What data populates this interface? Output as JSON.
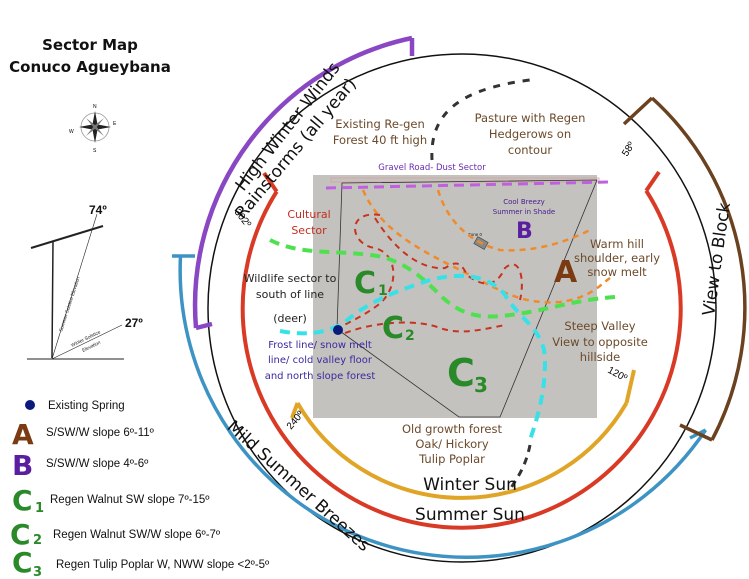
{
  "title": {
    "line1": "Sector Map",
    "line2": "Conuco Agueybana"
  },
  "compass": {
    "n": "N",
    "e": "E",
    "s": "S",
    "w": "W"
  },
  "elevation": {
    "summer_angle": "74º",
    "winter_angle": "27º",
    "summer_label": "Summer Solstice Elevation",
    "winter_label_1": "Winter Solstice",
    "winter_label_2": "Elevation"
  },
  "legend": [
    {
      "symbol": "●",
      "text": "Existing Spring",
      "color": "#0a1a7a"
    },
    {
      "symbol": "A",
      "text": "S/SW/W slope 6º-11º",
      "color": "#7a3a12"
    },
    {
      "symbol": "B",
      "text": "S/SW/W slope 4º-6º",
      "color": "#5a1fa0"
    },
    {
      "symbol": "C",
      "sub": "1",
      "text": "Regen Walnut SW slope 7º-15º",
      "color": "#2a8a2a"
    },
    {
      "symbol": "C",
      "sub": "2",
      "text": "Regen Walnut SW/W slope 6º-7º",
      "color": "#2a8a2a"
    },
    {
      "symbol": "C",
      "sub": "3",
      "text": "Regen Tulip Poplar W, NWW slope <2º-5º",
      "color": "#2a8a2a"
    }
  ],
  "sectors": {
    "high_winter_winds": "High Winter Winds",
    "rainstorms": "Rainstorms (all year)",
    "mild_summer_breezes": "Mild Summer Breezes",
    "view_to_block": "View to Block",
    "winter_sun": "Winter Sun",
    "summer_sun": "Summer Sun"
  },
  "degrees": {
    "d58": "58º",
    "d302": "302º",
    "d120": "120º",
    "d240": "240º"
  },
  "map_labels": {
    "existing_regen_1": "Existing Re-gen",
    "existing_regen_2": "Forest 40 ft high",
    "pasture_1": "Pasture with Regen",
    "pasture_2": "Hedgerows on",
    "pasture_3": "contour",
    "gravel_road": "Gravel Road- Dust Sector",
    "cool_breezy_1": "Cool Breezy",
    "cool_breezy_2": "Summer in Shade",
    "cultural_1": "Cultural",
    "cultural_2": "Sector",
    "zone0": "Zone 0",
    "warm_hill_1": "Warm hill",
    "warm_hill_2": "shoulder, early",
    "warm_hill_3": "snow melt",
    "wildlife_1": "Wildlife sector to",
    "wildlife_2": "south of line",
    "wildlife_3": "(deer)",
    "steep_1": "Steep Valley",
    "steep_2": "View to opposite",
    "steep_3": "hillside",
    "frost_1": "Frost line/ snow melt",
    "frost_2": "line/ cold valley floor",
    "frost_3": "and north slope forest",
    "oldgrowth_1": "Old growth forest",
    "oldgrowth_2": "Oak/ Hickory",
    "oldgrowth_3": "Tulip Poplar",
    "zone_a": "A",
    "zone_b": "B",
    "zone_c": "C",
    "sub1": "1",
    "sub2": "2",
    "sub3": "3"
  },
  "colors": {
    "red": "#d93a25",
    "black": "#111111",
    "blue": "#3d94c4",
    "purple": "#8a47c4",
    "brown": "#6b4220",
    "gold": "#e0a526",
    "green": "#4fe04f",
    "cyan": "#38e0e8",
    "orange": "#f08a2a"
  }
}
